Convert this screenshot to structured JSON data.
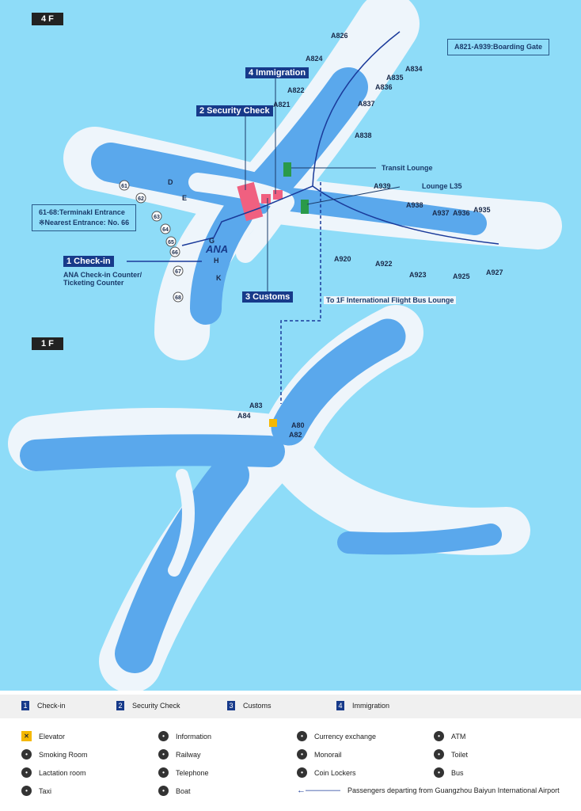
{
  "floors": {
    "upper": "4 F",
    "lower": "1 F"
  },
  "callouts": {
    "checkin": "1 Check-in",
    "security": "2 Security Check",
    "customs": "3 Customs",
    "immigration": "4 Immigration"
  },
  "notes": {
    "ana_counter_1": "ANA Check-in Counter/",
    "ana_counter_2": "Ticketing Counter",
    "entrance_1": "61-68:Terminakl Entrance",
    "entrance_2": "※Nearest Entrance: No. 66",
    "boarding_gate": "A821-A939:Boarding Gate",
    "transit_lounge": "Transit Lounge",
    "lounge_l35": "Lounge L35",
    "bus_lounge": "To 1F International Flight Bus Lounge",
    "ana_logo": "ANA"
  },
  "gates_4f": [
    "A826",
    "A824",
    "A822",
    "A821",
    "A834",
    "A835",
    "A836",
    "A837",
    "A838",
    "A939",
    "A938",
    "A937",
    "A936",
    "A935",
    "A920",
    "A922",
    "A923",
    "A925",
    "A927"
  ],
  "gates_1f": [
    "A83",
    "A84",
    "A80",
    "A82"
  ],
  "entrances": [
    "61",
    "62",
    "63",
    "64",
    "65",
    "66",
    "67",
    "68"
  ],
  "counters": [
    "D",
    "E",
    "G",
    "H",
    "K"
  ],
  "legend_steps": [
    {
      "num": "1",
      "label": "Check-in"
    },
    {
      "num": "2",
      "label": "Security Check"
    },
    {
      "num": "3",
      "label": "Customs"
    },
    {
      "num": "4",
      "label": "Immigration"
    }
  ],
  "legend_icons": [
    {
      "icon": "elevator-icon",
      "label": "Elevator"
    },
    {
      "icon": "information-icon",
      "label": "Information"
    },
    {
      "icon": "currency-exchange-icon",
      "label": "Currency exchange"
    },
    {
      "icon": "atm-icon",
      "label": "ATM"
    },
    {
      "icon": "smoking-room-icon",
      "label": "Smoking Room"
    },
    {
      "icon": "railway-icon",
      "label": "Railway"
    },
    {
      "icon": "monorail-icon",
      "label": "Monorail"
    },
    {
      "icon": "toilet-icon",
      "label": "Toilet"
    },
    {
      "icon": "lactation-room-icon",
      "label": "Lactation room"
    },
    {
      "icon": "telephone-icon",
      "label": "Telephone"
    },
    {
      "icon": "coin-lockers-icon",
      "label": "Coin Lockers"
    },
    {
      "icon": "bus-icon",
      "label": "Bus"
    },
    {
      "icon": "taxi-icon",
      "label": "Taxi"
    },
    {
      "icon": "boat-icon",
      "label": "Boat"
    }
  ],
  "legend_route": "Passengers departing from Guangzhou Baiyun International Airport",
  "colors": {
    "water": "#8edcf8",
    "terminal_outline": "#eef5fb",
    "terminal": "#5aa8ec",
    "route": "#1a3a9a",
    "security": "#f06080",
    "lounge": "#2a9a4a",
    "callout": "#173a8a",
    "elevator": "#f5b800"
  }
}
